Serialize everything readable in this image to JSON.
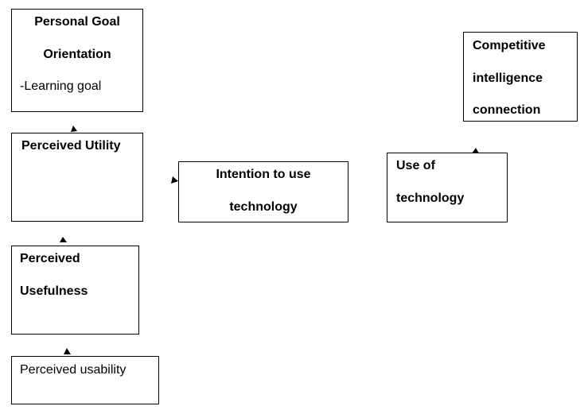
{
  "diagram": {
    "boxes": {
      "personal_goal": {
        "line1": "Personal Goal",
        "line2": "Orientation",
        "line3": "-Learning goal"
      },
      "perceived_utility": {
        "line1": "Perceived Utility"
      },
      "perceived_usefulness": {
        "line1": "Perceived",
        "line2": "Usefulness"
      },
      "perceived_usability": {
        "line1": "Perceived usability"
      },
      "intention": {
        "line1": "Intention to use",
        "line2": "technology"
      },
      "use_of_technology": {
        "line1": "Use of",
        "line2": "technology"
      },
      "competitive_intelligence": {
        "line1": "Competitive",
        "line2": "intelligence",
        "line3": "connection"
      }
    },
    "colors": {
      "border": "#000000",
      "text": "#000000",
      "background": "#ffffff"
    }
  }
}
